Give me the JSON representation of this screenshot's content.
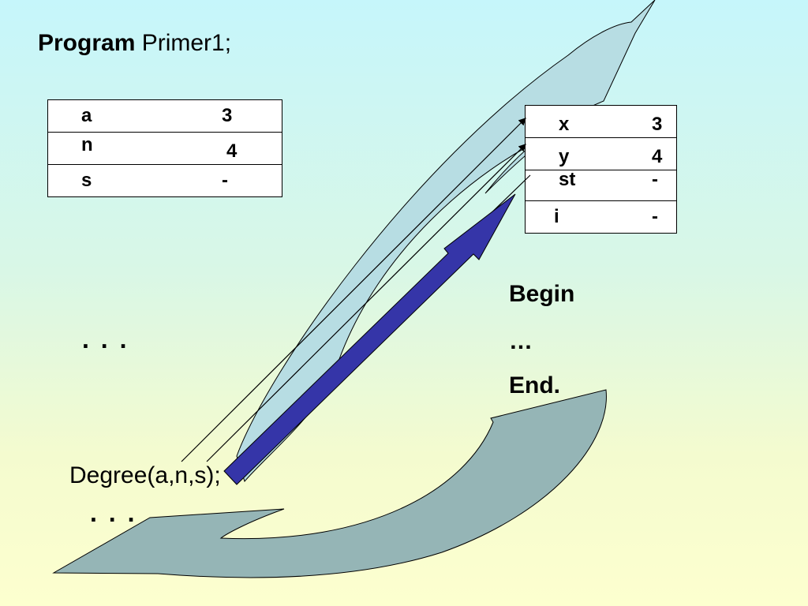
{
  "title": {
    "keyword": "Program",
    "name": "Primer1;"
  },
  "main_table": [
    {
      "name": "a",
      "value": "3"
    },
    {
      "name": "n",
      "value": "4"
    },
    {
      "name": "s",
      "value": "-"
    }
  ],
  "sub_table": [
    {
      "name": "x",
      "value": "3"
    },
    {
      "name": "y",
      "value": "4"
    },
    {
      "name": "st",
      "value": "-"
    },
    {
      "name": "i",
      "value": "-"
    }
  ],
  "left_ellipsis": ". . .",
  "bottom_ellipsis": ". . .",
  "code": {
    "begin": "Begin",
    "ellipsis": "…",
    "end": "End."
  },
  "call": "Degree(a,n,s);",
  "colors": {
    "curve_fill": "#b7dde3",
    "return_fill": "#95b5b6",
    "arrow_fill": "#3535a8",
    "line": "#000000"
  }
}
